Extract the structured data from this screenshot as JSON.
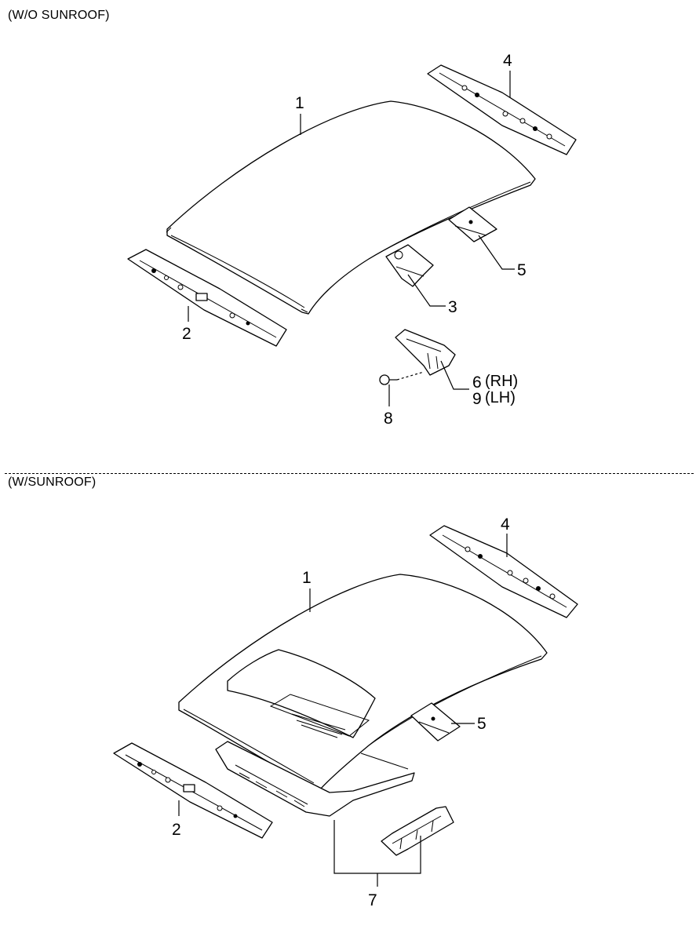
{
  "sections": {
    "top_label": "(W/O SUNROOF)",
    "bottom_label": "(W/SUNROOF)"
  },
  "top_callouts": {
    "c1": "1",
    "c2": "2",
    "c3": "3",
    "c4": "4",
    "c5": "5",
    "c6": "6",
    "c6_side": "(RH)",
    "c9": "9",
    "c9_side": "(LH)",
    "c8": "8"
  },
  "bottom_callouts": {
    "c1": "1",
    "c2": "2",
    "c4": "4",
    "c5": "5",
    "c7": "7"
  }
}
